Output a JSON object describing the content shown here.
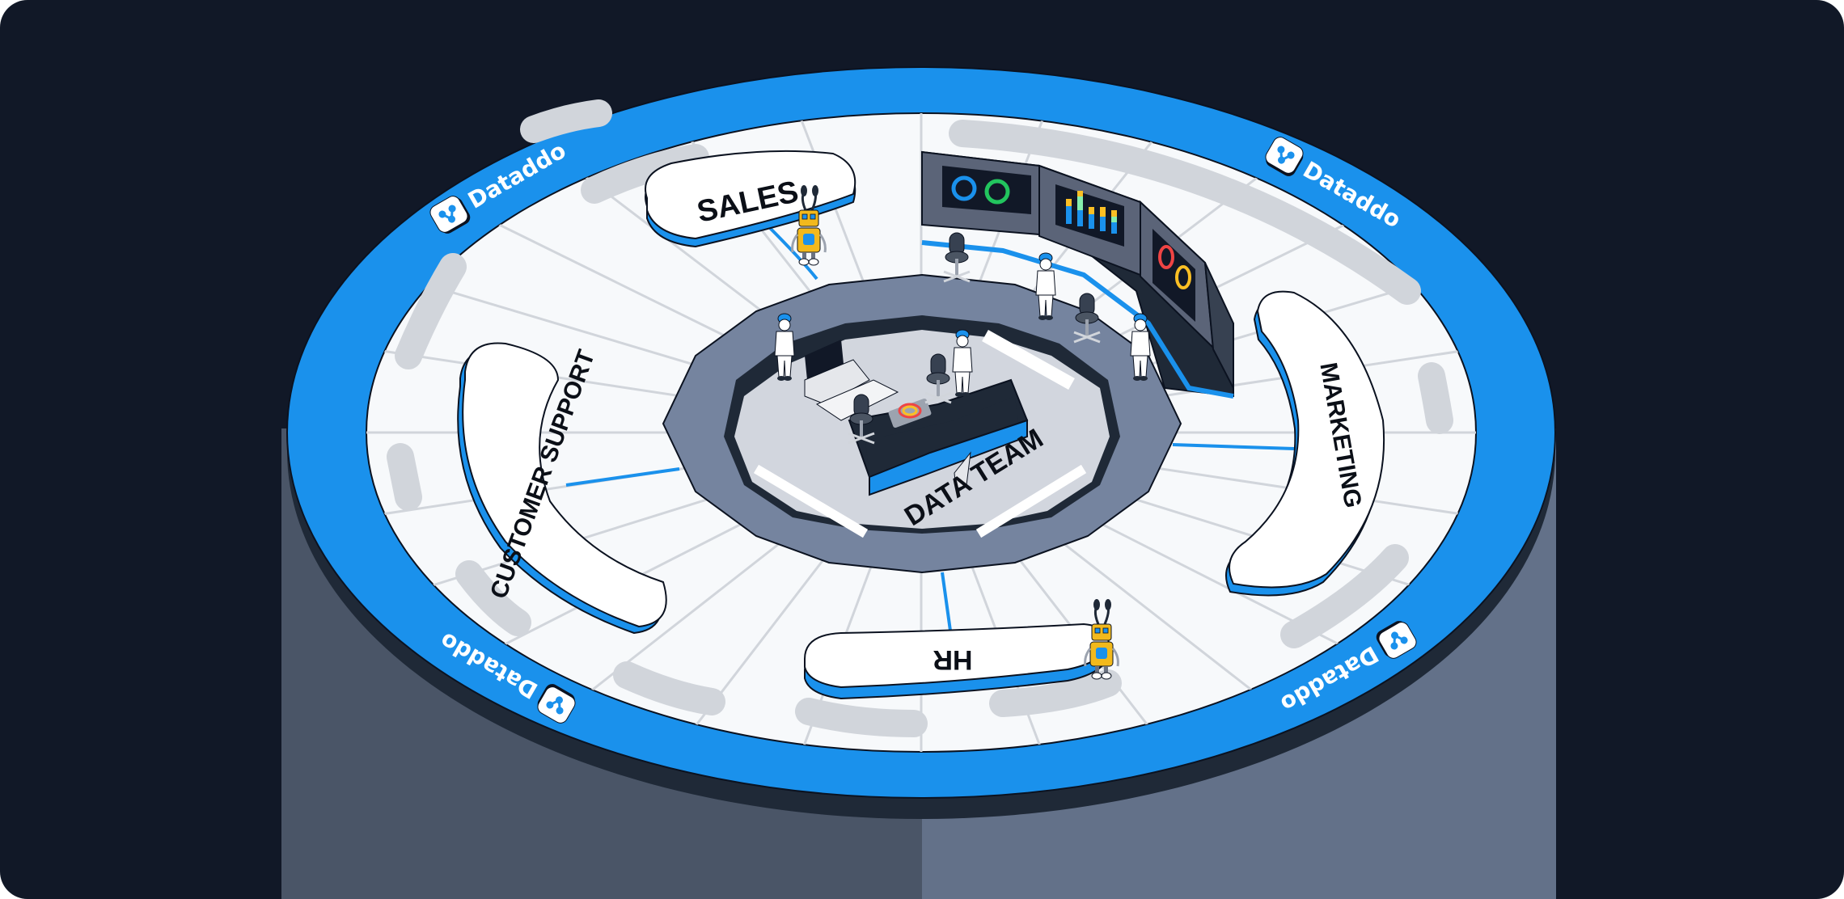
{
  "scene": {
    "title": "Dataddo data team hub illustration",
    "colors": {
      "background": "#111827",
      "cylinder_left": "#4a5567",
      "cylinder_right": "#637189",
      "rim_dark": "#1f2937",
      "ring_blue": "#1a91ec",
      "floor_white": "#f7f9fb",
      "track_gray": "#d1d5db",
      "platform_slate": "#75849f",
      "pit_floor": "#d2d6de",
      "console_dark": "#1f2937",
      "robot_yellow": "#f2b91c"
    }
  },
  "brand": {
    "name": "Dataddo",
    "logos": [
      {
        "position": "top-left",
        "label": "Dataddo"
      },
      {
        "position": "top-right",
        "label": "Dataddo"
      },
      {
        "position": "bottom-left",
        "label": "Dataddo"
      },
      {
        "position": "bottom-right",
        "label": "Dataddo"
      }
    ]
  },
  "departments": {
    "sales": "SALES",
    "customer_support": "CUSTOMER SUPPORT",
    "marketing": "MARKETING",
    "hr": "HR",
    "data_team": "DATA TEAM"
  },
  "dashboard": {
    "screen1": {
      "type": "donuts",
      "colors": [
        "#1a91ec",
        "#22c55e"
      ]
    },
    "screen2": {
      "type": "stacked-bars",
      "colors": [
        "#1a91ec",
        "#86efac",
        "#fbbf24"
      ],
      "bars": [
        3,
        5,
        3,
        4,
        3
      ]
    },
    "screen3": {
      "type": "donuts",
      "colors": [
        "#ef4444",
        "#fbbf24"
      ]
    }
  }
}
